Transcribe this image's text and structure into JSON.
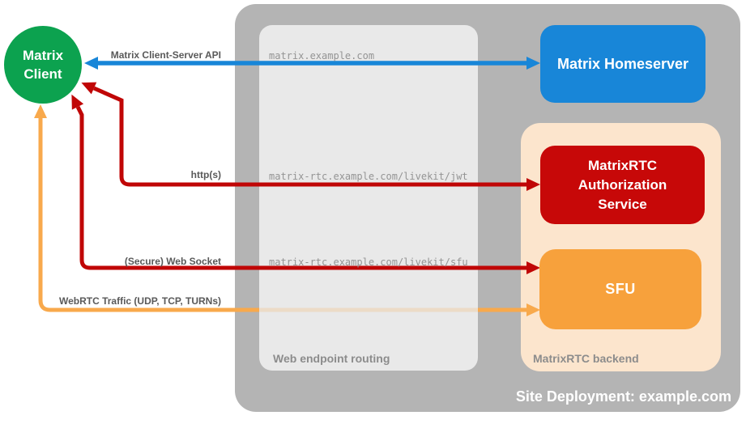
{
  "colors": {
    "canvas-bg": "#ffffff",
    "container": "#b4b4b4",
    "panel": "#e9e9e9",
    "peach": "#fce5cd",
    "green": "#0ca24f",
    "blue": "#1886d8",
    "red": "#c70808",
    "red-arrow": "#c00606",
    "orange": "#f7a13c",
    "orange-arrow": "#f8a94c",
    "label-gray": "#595959",
    "muted-gray": "#8c8c8c",
    "mono-gray": "#949494"
  },
  "container": {
    "title": "Site Deployment: example.com"
  },
  "nodes": {
    "client": "Matrix\nClient",
    "homeserver": "Matrix Homeserver",
    "auth_service": "MatrixRTC\nAuthorization\nService",
    "sfu": "SFU"
  },
  "panels": {
    "routing": "Web endpoint routing",
    "backend": "MatrixRTC backend"
  },
  "endpoints": [
    "matrix.example.com",
    "matrix-rtc.example.com/livekit/jwt",
    "matrix-rtc.example.com/livekit/sfu"
  ],
  "connections": {
    "client_server_api": "Matrix Client-Server API",
    "https": "http(s)",
    "websocket": "(Secure) Web Socket",
    "webrtc": "WebRTC Traffic (UDP, TCP, TURNs)"
  }
}
